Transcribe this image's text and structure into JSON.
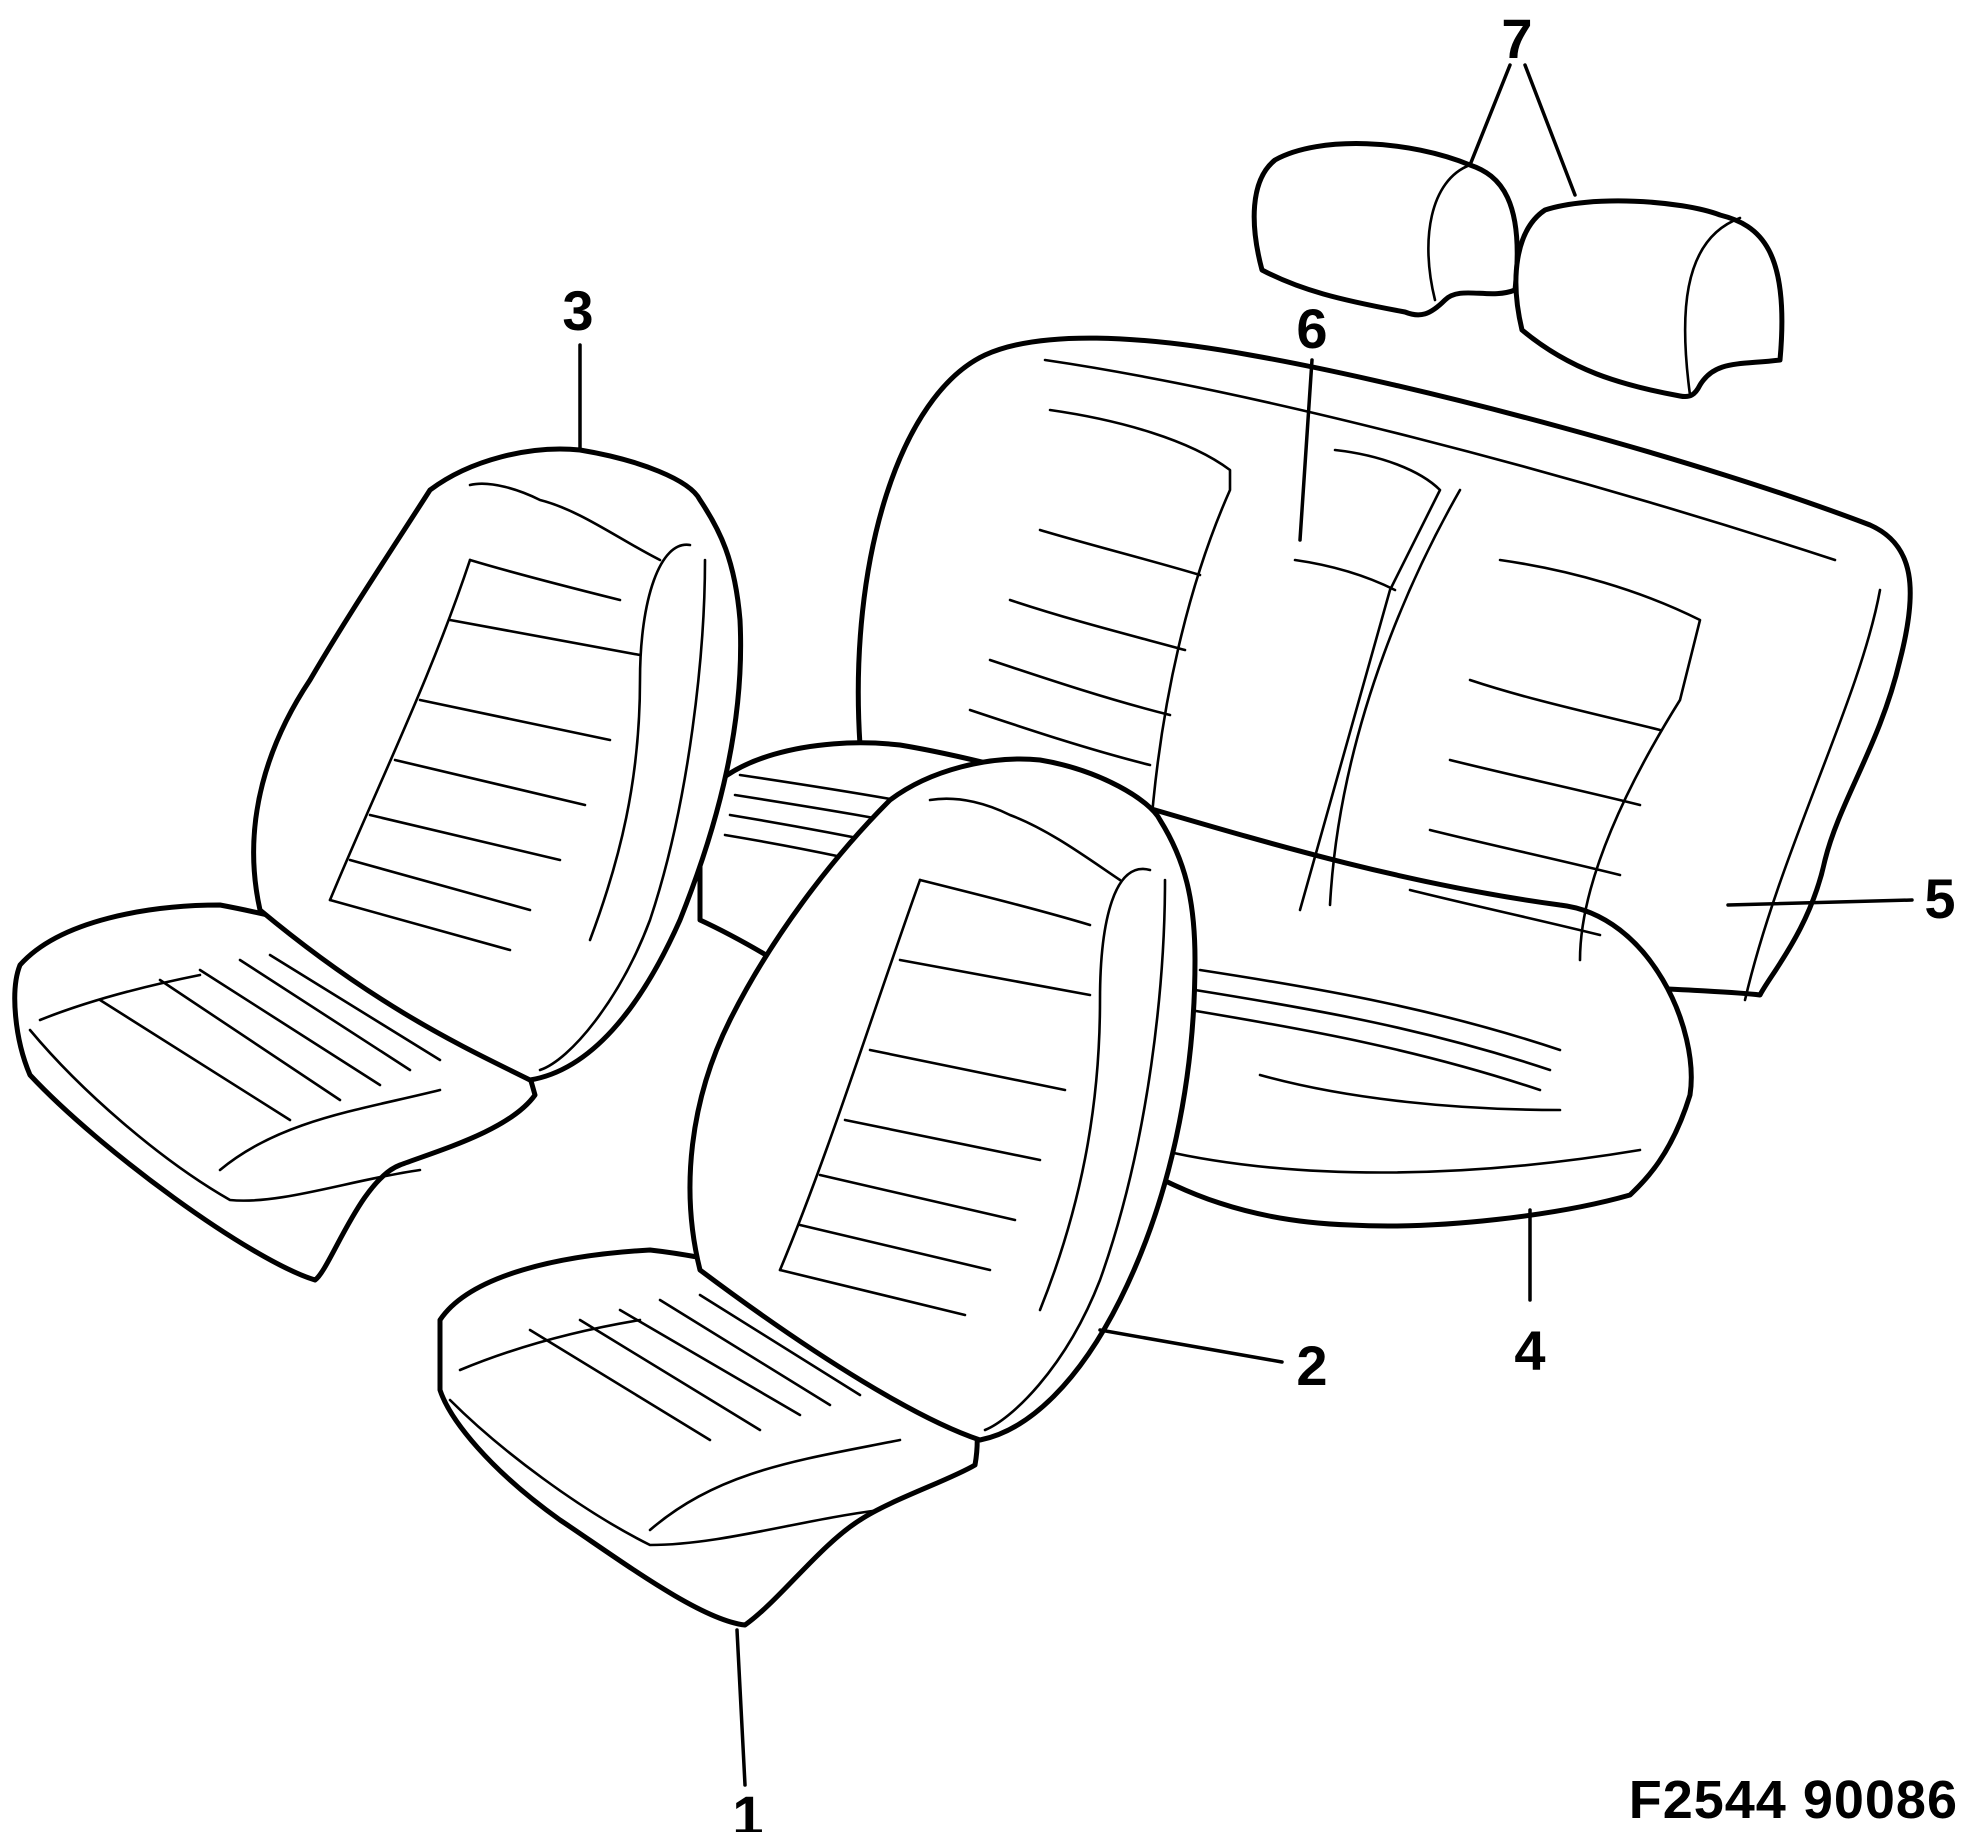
{
  "callouts": {
    "c1": "1",
    "c2": "2",
    "c3": "3",
    "c4": "4",
    "c5": "5",
    "c6": "6",
    "c7": "7"
  },
  "figure_code": "F2544  90086"
}
